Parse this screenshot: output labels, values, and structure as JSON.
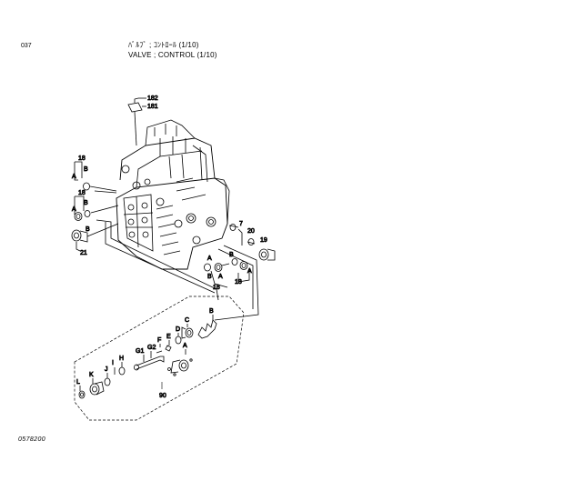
{
  "header": {
    "page_number": "037",
    "title_jp": "ﾊﾞﾙﾌﾞ ; ｺﾝﾄﾛｰﾙ (1/10)",
    "title_en": "VALVE ; CONTROL (1/10)"
  },
  "footer": {
    "drawing_code": "0578200"
  },
  "callouts": {
    "c182": "182",
    "c181": "181",
    "c18_top": "18",
    "c18_mid": "18",
    "c18_bottom1": "18",
    "c18_bottom2": "18",
    "c21": "21",
    "c7": "7",
    "c20": "20",
    "c19": "19",
    "c90": "90",
    "lA1": "A",
    "lB1": "B",
    "lA2": "A",
    "lB2": "B",
    "lA3": "A",
    "lB3": "B",
    "lA4": "A",
    "lB4": "B",
    "lA5": "A",
    "lB5": "B",
    "kA": "A",
    "kB": "B",
    "kC": "C",
    "kD": "D",
    "kE": "E",
    "kF": "F",
    "kG1": "G1",
    "kG2": "G2",
    "kH": "H",
    "kI": "I",
    "kJ": "J",
    "kK": "K",
    "kL": "L"
  }
}
